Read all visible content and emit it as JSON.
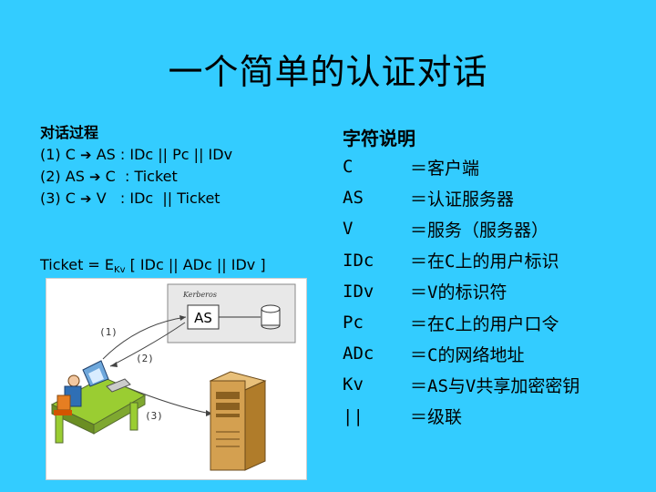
{
  "title": "一个简单的认证对话",
  "dialog": {
    "header": "对话过程",
    "steps": [
      {
        "n": "(1) C",
        "to": "AS : IDc || Pc || IDv"
      },
      {
        "n": "(2) AS",
        "to": "C  : Ticket"
      },
      {
        "n": "(3) C",
        "to": "V   : IDc  || Ticket"
      }
    ],
    "ticket_prefix": "Ticket = E",
    "ticket_sub": "Kv",
    "ticket_suffix": " [ IDc || ADc || IDv ]"
  },
  "figure": {
    "kerberos_label": "Kerberos",
    "as_label": "AS",
    "step1": "(1)",
    "step2": "(2)",
    "step3": "(3)"
  },
  "glossary": {
    "header": "字符说明",
    "items": [
      {
        "term": "C",
        "desc": "＝客户端"
      },
      {
        "term": "AS",
        "desc": "＝认证服务器"
      },
      {
        "term": "V",
        "desc": "＝服务（服务器）"
      },
      {
        "term": "IDc",
        "desc": "＝在C上的用户标识"
      },
      {
        "term": "IDv",
        "desc": "＝V的标识符"
      },
      {
        "term": "Pc",
        "desc": "＝在C上的用户口令"
      },
      {
        "term": "ADc",
        "desc": "＝C的网络地址"
      },
      {
        "term": "Kv",
        "desc": "＝AS与V共享加密密钥"
      },
      {
        "term": "||",
        "desc": "＝级联"
      }
    ]
  }
}
